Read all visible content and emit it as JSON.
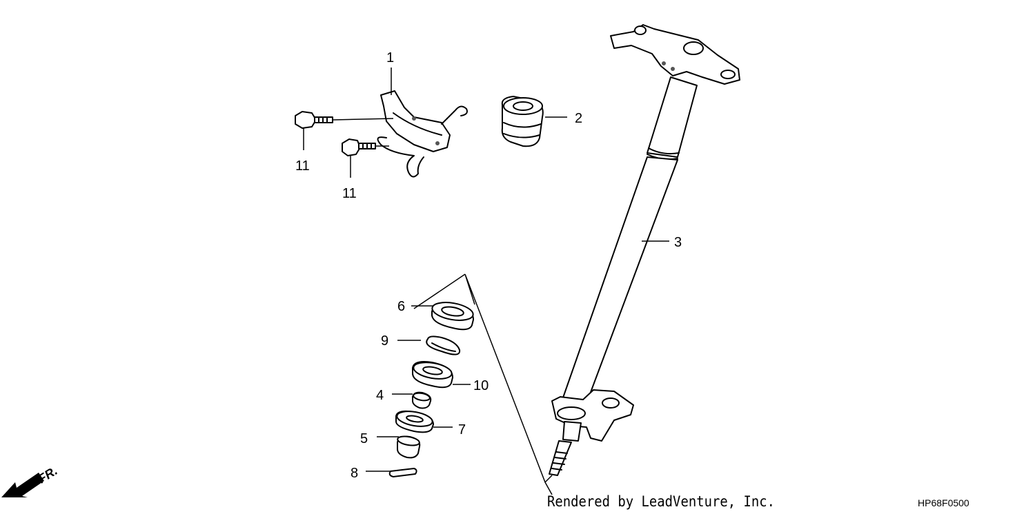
{
  "callouts": {
    "c1": "1",
    "c2": "2",
    "c3": "3",
    "c4": "4",
    "c5": "5",
    "c6": "6",
    "c7": "7",
    "c8": "8",
    "c9": "9",
    "c10": "10",
    "c11a": "11",
    "c11b": "11"
  },
  "direction": {
    "label": "FR.",
    "icon": "front-direction-arrow-icon"
  },
  "footer": {
    "credit": "Rendered by LeadVenture, Inc.",
    "diagram_code": "HP68F0500"
  }
}
